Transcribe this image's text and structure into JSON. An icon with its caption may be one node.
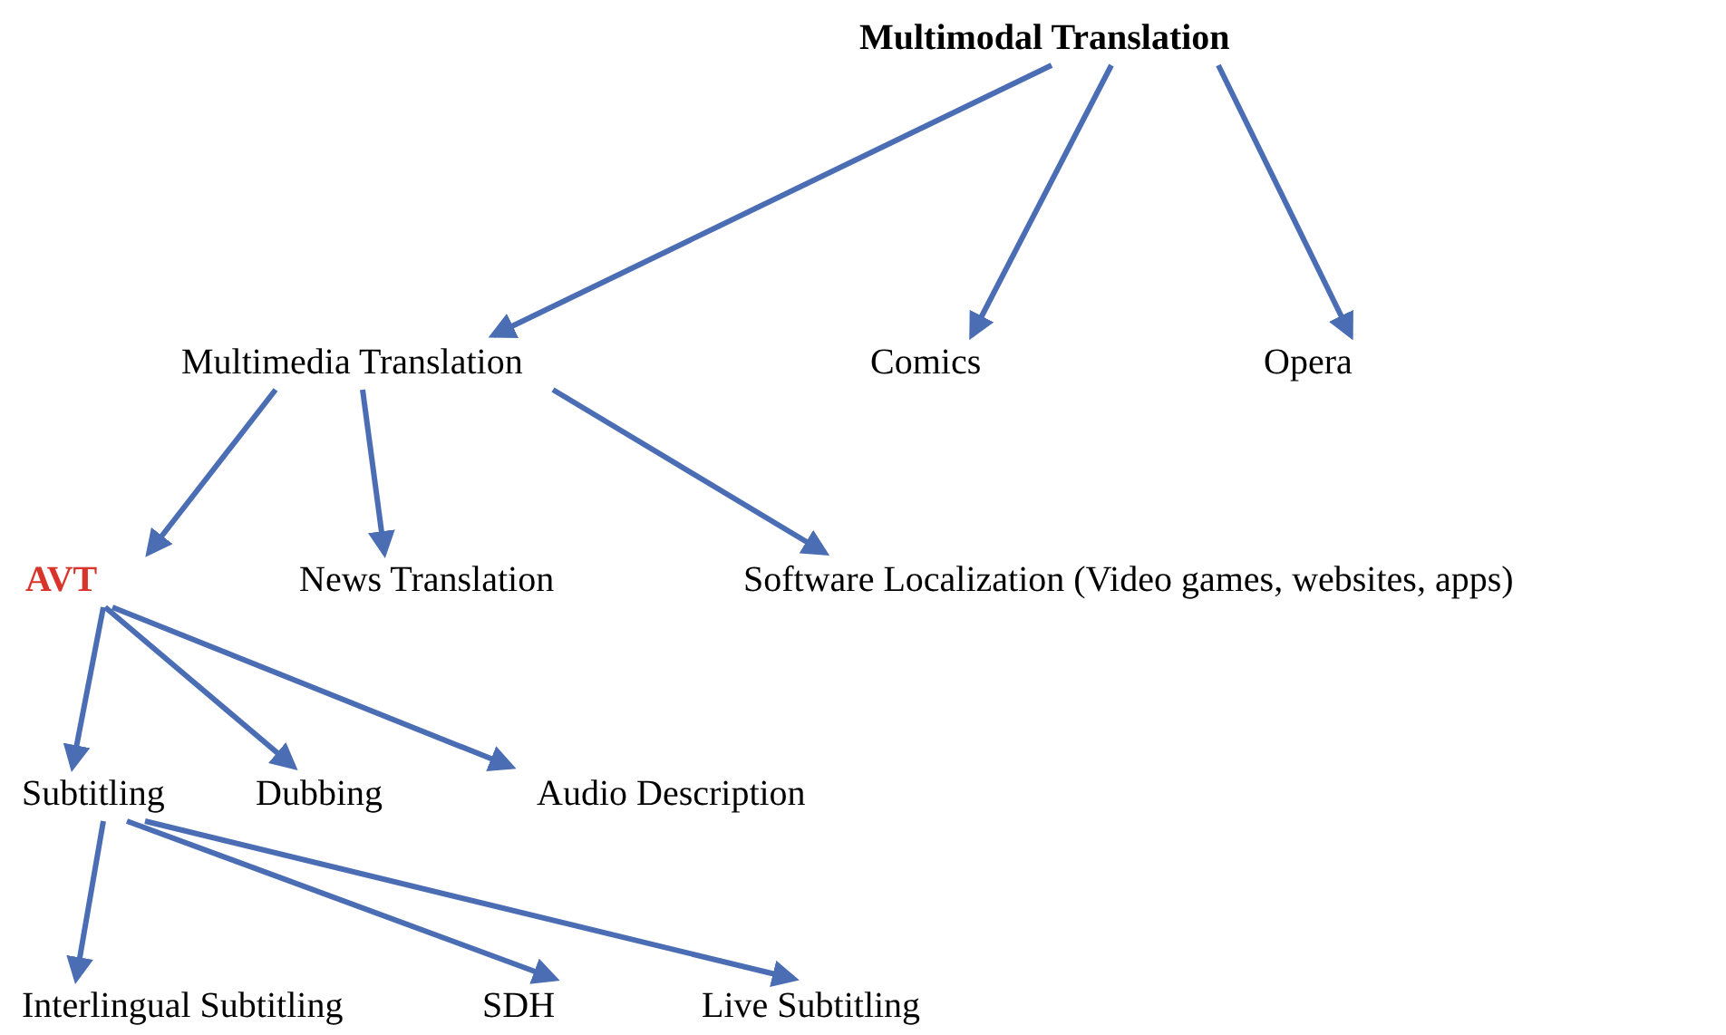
{
  "diagram": {
    "nodes": [
      {
        "text": [
          "Multimodal Translation"
        ]
      },
      {
        "text": [
          "Multimedia Translation"
        ]
      },
      {
        "text": [
          "Comics"
        ]
      },
      {
        "text": [
          "Opera"
        ]
      },
      {
        "text": [
          "AVT"
        ]
      },
      {
        "text": [
          "News Translation"
        ]
      },
      {
        "text": [
          "Software Localization (Video games, websites, apps)"
        ]
      },
      {
        "text": [
          "Subtitling"
        ]
      },
      {
        "text": [
          "Dubbing"
        ]
      },
      {
        "text": [
          "Audio Description"
        ]
      },
      {
        "text": [
          "Interlingual Subtitling"
        ]
      },
      {
        "text": [
          "SDH"
        ]
      },
      {
        "text": [
          "Live Subtitling"
        ]
      }
    ],
    "edges": [
      {
        "from": 0,
        "to": 1,
        "arrow": "to"
      },
      {
        "from": 0,
        "to": 2,
        "arrow": "to"
      },
      {
        "from": 0,
        "to": 3,
        "arrow": "to"
      },
      {
        "from": 1,
        "to": 4,
        "arrow": "to"
      },
      {
        "from": 1,
        "to": 5,
        "arrow": "to"
      },
      {
        "from": 1,
        "to": 6,
        "arrow": "to"
      },
      {
        "from": 4,
        "to": 7,
        "arrow": "to"
      },
      {
        "from": 4,
        "to": 8,
        "arrow": "to"
      },
      {
        "from": 4,
        "to": 9,
        "arrow": "to"
      },
      {
        "from": 7,
        "to": 10,
        "arrow": "to"
      },
      {
        "from": 7,
        "to": 11,
        "arrow": "to"
      },
      {
        "from": 7,
        "to": 12,
        "arrow": "to"
      }
    ]
  }
}
